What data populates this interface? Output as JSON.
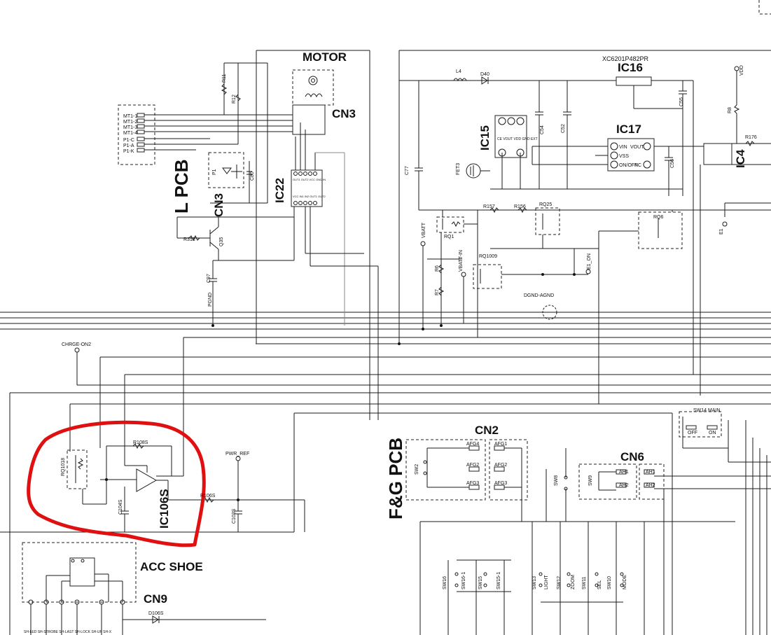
{
  "sections": {
    "motor": "MOTOR",
    "cn3_motor": "CN3",
    "l_pcb": "L PCB",
    "cn3_l": "CN3",
    "ic22": "IC22",
    "ic15": "IC15",
    "ic16": "IC16",
    "ic16_part": "XC6201P482PR",
    "ic17": "IC17",
    "ic4": "IC4",
    "fg_pcb": "F&G PCB",
    "cn2": "CN2",
    "cn6": "CN6",
    "acc_shoe": "ACC SHOE",
    "cn9": "CN9",
    "ic106s": "IC106S"
  },
  "labels": {
    "r11": "R11",
    "r12": "R12",
    "p1": "P1",
    "c80": "C80",
    "r313": "R313",
    "q35": "Q35",
    "c97": "C97",
    "pgnd": "PGND",
    "l4": "L4",
    "d40": "D40",
    "c77": "C77",
    "fet3": "FET3",
    "c54": "C54",
    "c52": "C52",
    "c55": "C55",
    "c56": "C56",
    "vdd": "VDD",
    "r8": "R8",
    "r176": "R176",
    "e1": "E1",
    "vbatt": "VBATT",
    "rq1": "RQ1",
    "r157": "R157",
    "r156": "R156",
    "rq25": "RQ25",
    "rq6": "RQ6",
    "vbatt_in": "VBATT-IN",
    "rq1009": "RQ1009",
    "r6": "R6",
    "r7": "R7",
    "e1_on": "E1_ON",
    "dgnd_agnd": "DGND-AGND",
    "chrge_on2": "CHRGE-ON2",
    "rq1018": "RQ1018",
    "r108s": "R108S",
    "c104s": "C104S",
    "pwr_ref": "PWR_REF",
    "r106s": "R106S",
    "c103s": "C103S",
    "sw14_main": "SW14 MAIN",
    "off": "OFF",
    "on": "ON",
    "afg4": "AFG4",
    "afg2": "AFG2",
    "afg3": "AFG3",
    "afg1": "AFG1",
    "afg2b": "AFG2",
    "afg3b": "AFG3",
    "sw2": "SW2",
    "sw8": "SW8",
    "sw9": "SW9",
    "ah1": "AH1",
    "ah2": "AH2",
    "ah1b": "AH1",
    "ah2b": "AH2",
    "sw16": "SW16",
    "sw16_1": "SW16-1",
    "sw15": "SW15",
    "sw15_1": "SW15-1",
    "sw13": "SW13",
    "light": "LIGHT",
    "sw12": "SW12",
    "zoom": "ZOOM",
    "sw11": "SW11",
    "sel": "SEL",
    "sw10": "SW10",
    "mode": "MODE",
    "d106s": "D106S",
    "mt1": "MT1-1",
    "mt2": "MT1-2",
    "mt3": "MT1-3",
    "mt4": "MT1-4",
    "p1c": "P1-C",
    "p1a": "P1-A",
    "p1k": "P1-K",
    "vin": "VIN",
    "vout": "VOUT",
    "vss": "VSS",
    "onoff": "ON/OFF",
    "nc": "NC",
    "ic22_pins_top": "OUT1 OUT2 VCC GND IN",
    "ic22_pins_bot": "VCC IN1 IN2 OUT1 OUT2",
    "cn9_pins": "SH-LED SH-STROBE SH-LAST SH-LOCK SH-UP SH-X",
    "ic15_pins": "CE VOUT VDD GND EXT"
  },
  "colors": {
    "highlight": "#e01010",
    "ink": "#1a1a1a"
  }
}
